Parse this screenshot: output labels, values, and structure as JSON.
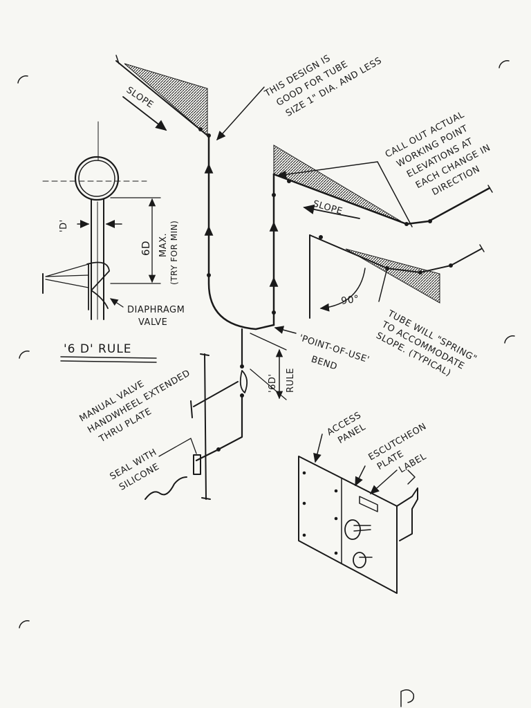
{
  "labels": {
    "design_note": [
      "THIS DESIGN IS",
      "GOOD FOR TUBE",
      "SIZE 1\" DIA. AND LESS"
    ],
    "callout": [
      "CALL OUT ACTUAL",
      "WORKING POINT",
      "ELEVATIONS AT",
      "EACH CHANGE IN",
      "DIRECTION"
    ],
    "slope_left": "SLOPE",
    "slope_right": "SLOPE",
    "d_label": "'D'",
    "six_d_max": "6D",
    "max_text": "MAX.",
    "try_for_min": "(TRY FOR MIN)",
    "diaphragm_valve": [
      "DIAPHRAGM",
      "VALVE"
    ],
    "six_d_rule": "'6 D' RULE",
    "angle": "90°",
    "spring_note": [
      "TUBE WILL \"SPRING\"",
      "TO ACCOMMODATE",
      "SLOPE. (TYPICAL)"
    ],
    "point_of_use": [
      "'POINT-OF-USE'",
      "BEND"
    ],
    "six_d_dim": "'6D'",
    "rule_word": "RULE",
    "manual_valve": [
      "MANUAL VALVE",
      "HANDWHEEL EXTENDED",
      "THRU PLATE"
    ],
    "seal": [
      "SEAL WITH",
      "SILICONE"
    ],
    "access_panel": [
      "ACCESS",
      "PANEL"
    ],
    "escutcheon": [
      "ESCUTCHEON",
      "PLATE"
    ],
    "label_word": "LABEL"
  },
  "colors": {
    "ink": "#1a1a1a",
    "paper": "#f7f7f3"
  }
}
